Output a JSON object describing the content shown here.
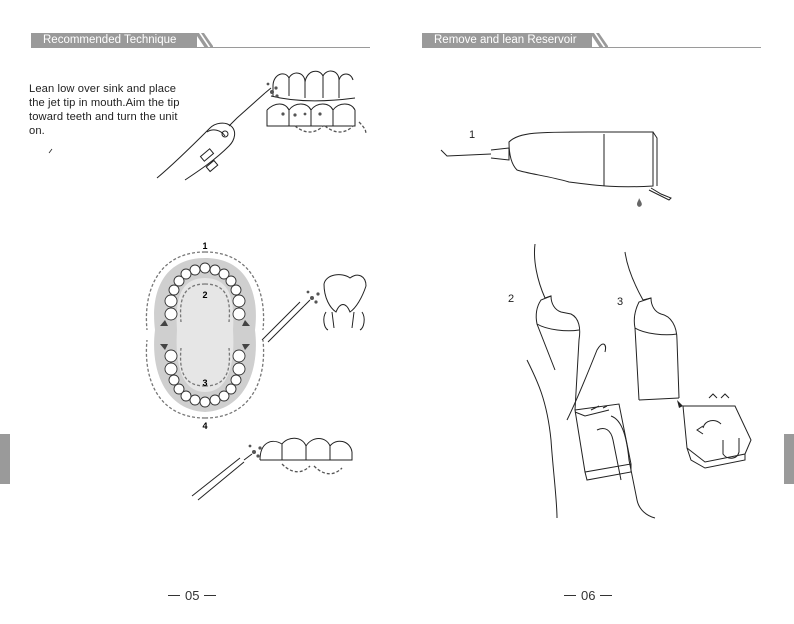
{
  "left_page": {
    "header": "Recommended Technique",
    "instruction": "Lean low over sink and place the jet tip in mouth.Aim the tip toward teeth and turn the unit on.",
    "arch_labels": [
      "1",
      "2",
      "3",
      "4"
    ],
    "page_number": "05"
  },
  "right_page": {
    "header": "Remove and  lean Reservoir",
    "steps": [
      "1",
      "2",
      "3"
    ],
    "page_number": "06"
  }
}
